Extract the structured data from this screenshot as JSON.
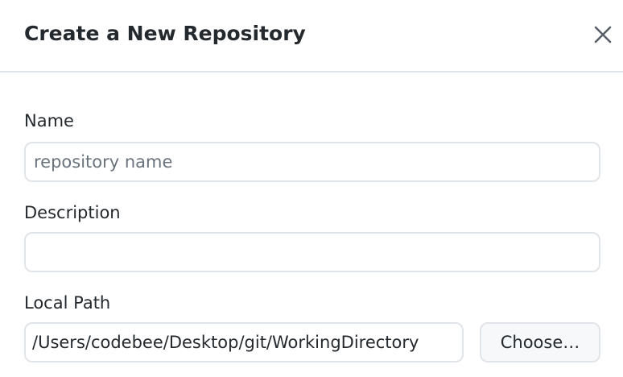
{
  "dialog": {
    "title": "Create a New Repository",
    "close_icon": "close-icon"
  },
  "form": {
    "name": {
      "label": "Name",
      "placeholder": "repository name",
      "value": ""
    },
    "description": {
      "label": "Description",
      "placeholder": "",
      "value": ""
    },
    "local_path": {
      "label": "Local Path",
      "value": "/Users/codebee/Desktop/git/WorkingDirectory",
      "choose_label": "Choose…"
    }
  },
  "colors": {
    "border": "#e1e4e8",
    "text": "#24292e",
    "placeholder": "#6a737d",
    "button_bg": "#f6f8fa"
  }
}
